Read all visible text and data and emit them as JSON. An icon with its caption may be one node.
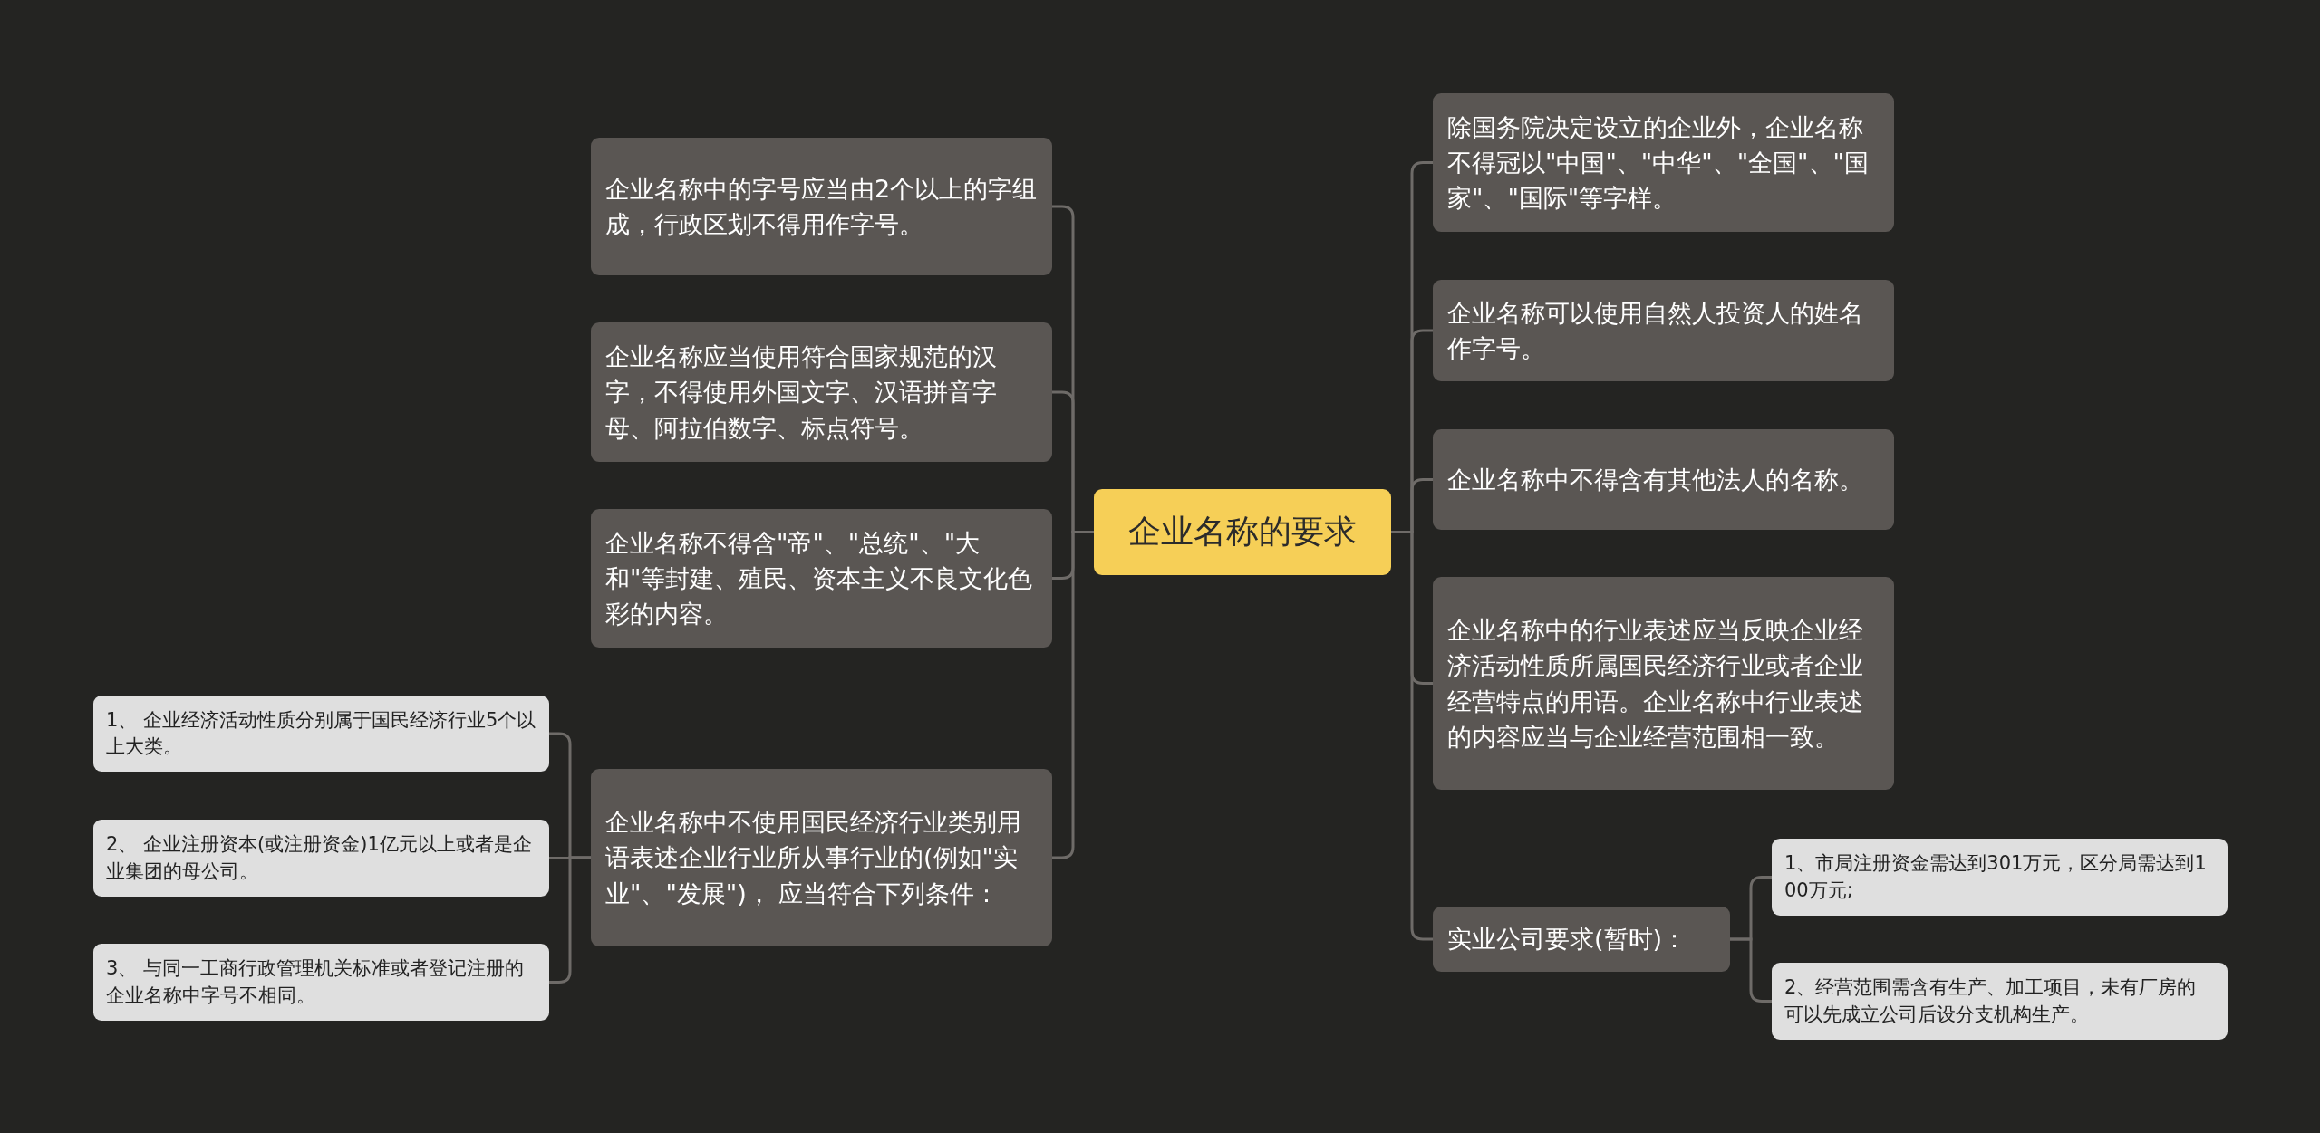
{
  "diagram": {
    "nodes": [
      {
        "text": [
          "企业名称的要求"
        ]
      },
      {
        "text": [
          "企业名称中的字号应当由2个以上的字组成，行政区划不得用作字号。"
        ]
      },
      {
        "text": [
          "企业名称应当使用符合国家规范的汉字，不得使用外国文字、汉语拼音字母、阿拉伯数字、标点符号。"
        ]
      },
      {
        "text": [
          "企业名称不得含\"帝\"、\"总统\"、\"大和\"等封建、殖民、资本主义不良文化色彩的内容。"
        ]
      },
      {
        "text": [
          "企业名称中不使用国民经济行业类别用语表述企业行业所从事行业的(例如\"实业\"、\"发展\")， 应当符合下列条件："
        ]
      },
      {
        "text": [
          "1、 企业经济活动性质分别属于国民经济行业5个以上大类。"
        ]
      },
      {
        "text": [
          "2、 企业注册资本(或注册资金)1亿元以上或者是企业集团的母公司。"
        ]
      },
      {
        "text": [
          "3、 与同一工商行政管理机关标准或者登记注册的企业名称中字号不相同。"
        ]
      },
      {
        "text": [
          "除国务院决定设立的企业外，企业名称不得冠以\"中国\"、\"中华\"、\"全国\"、\"国家\"、\"国际\"等字样。"
        ]
      },
      {
        "text": [
          "企业名称可以使用自然人投资人的姓名作字号。"
        ]
      },
      {
        "text": [
          "企业名称中不得含有其他法人的名称。"
        ]
      },
      {
        "text": [
          "企业名称中的行业表述应当反映企业经济活动性质所属国民经济行业或者企业经营特点的用语。企业名称中行业表述的内容应当与企业经营范围相一致。"
        ]
      },
      {
        "text": [
          "实业公司要求(暂时)："
        ]
      },
      {
        "text": [
          "1、市局注册资金需达到301万元，区分局需达到100万元;"
        ]
      },
      {
        "text": [
          "2、经营范围需含有生产、加工项目，未有厂房的可以先成立公司后设分支机构生产。"
        ]
      }
    ],
    "edges": [
      {
        "from": 0,
        "to": 1,
        "arrow": "none"
      },
      {
        "from": 0,
        "to": 2,
        "arrow": "none"
      },
      {
        "from": 0,
        "to": 3,
        "arrow": "none"
      },
      {
        "from": 0,
        "to": 4,
        "arrow": "none"
      },
      {
        "from": 4,
        "to": 5,
        "arrow": "none"
      },
      {
        "from": 4,
        "to": 6,
        "arrow": "none"
      },
      {
        "from": 4,
        "to": 7,
        "arrow": "none"
      },
      {
        "from": 0,
        "to": 8,
        "arrow": "none"
      },
      {
        "from": 0,
        "to": 9,
        "arrow": "none"
      },
      {
        "from": 0,
        "to": 10,
        "arrow": "none"
      },
      {
        "from": 0,
        "to": 11,
        "arrow": "none"
      },
      {
        "from": 0,
        "to": 12,
        "arrow": "none"
      },
      {
        "from": 12,
        "to": 13,
        "arrow": "none"
      },
      {
        "from": 12,
        "to": 14,
        "arrow": "none"
      }
    ]
  }
}
